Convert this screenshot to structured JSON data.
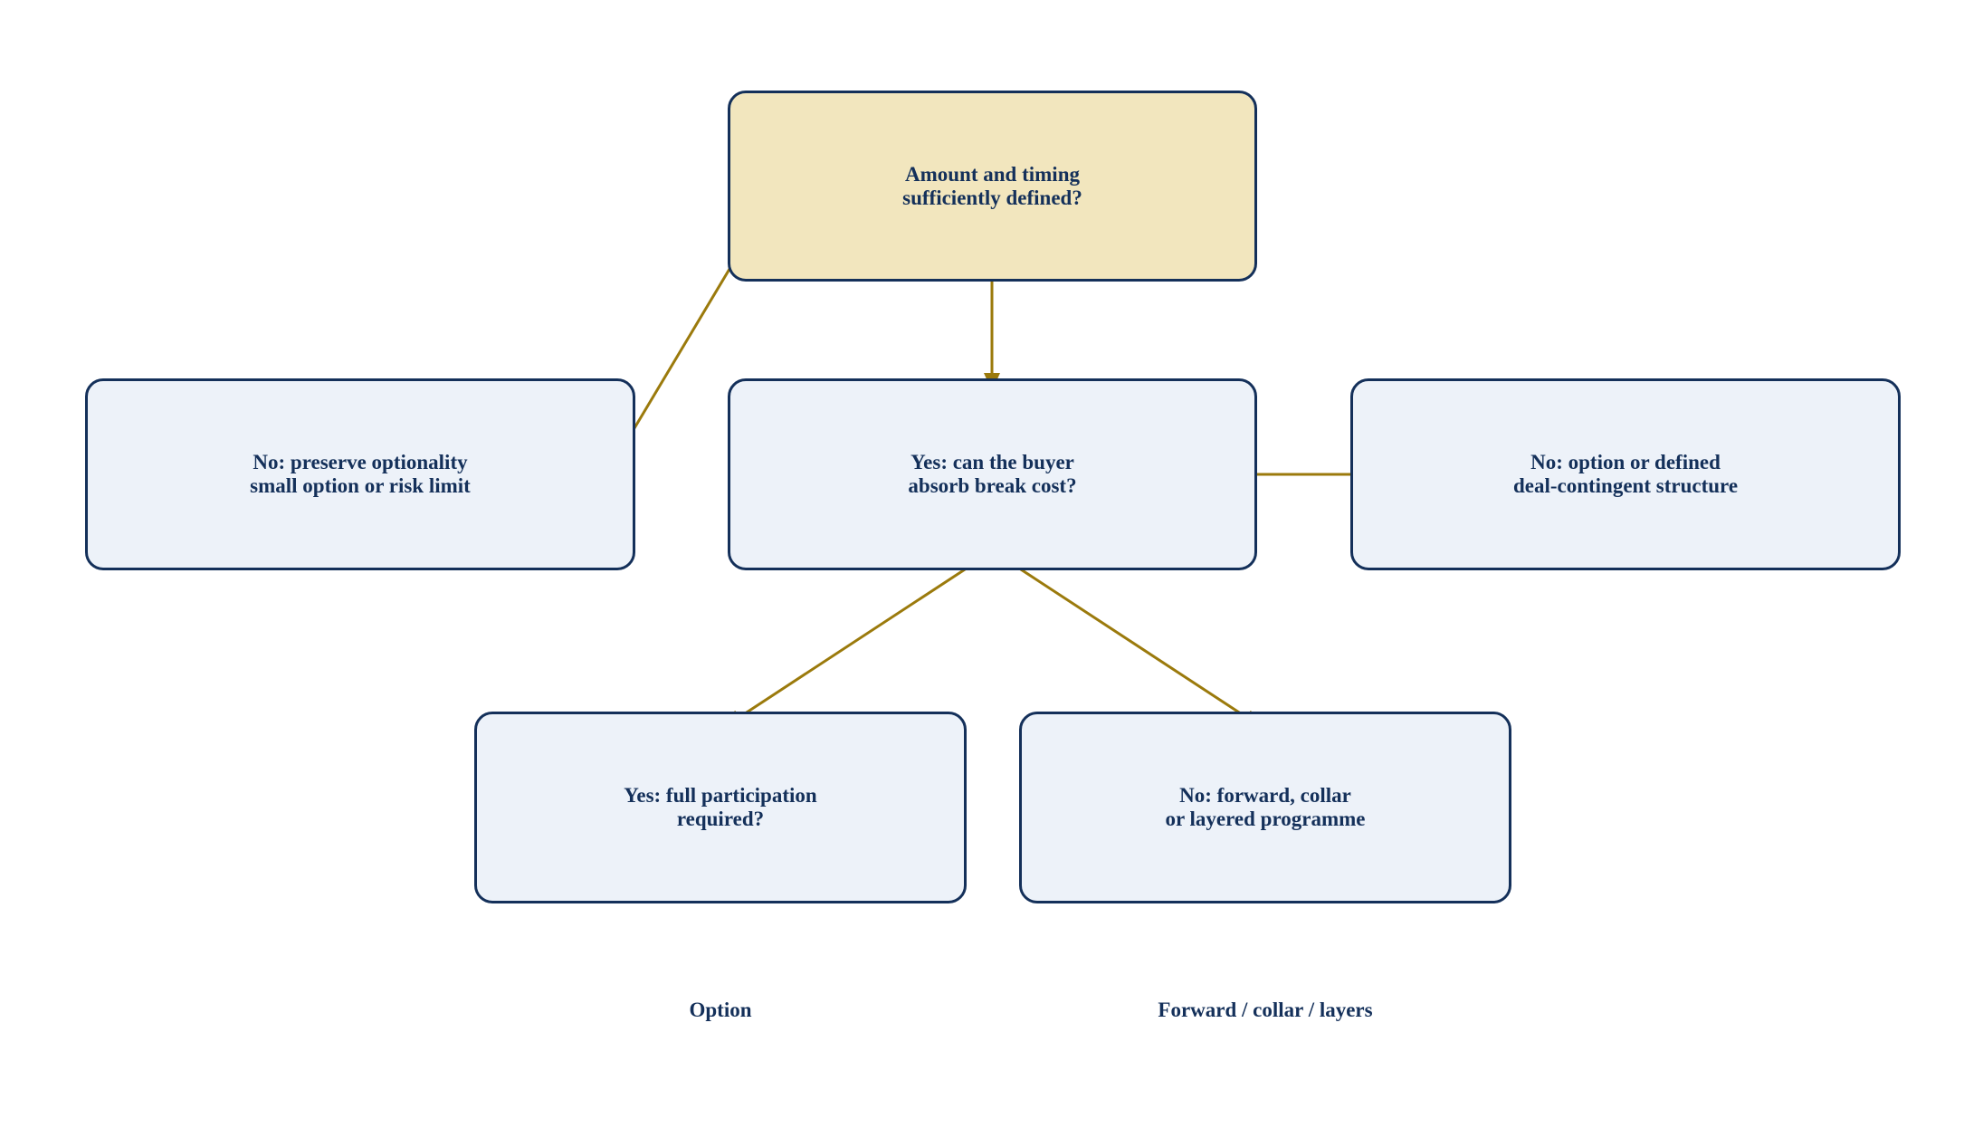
{
  "colors": {
    "box_border": "#14305a",
    "box_fill": "#edf2f9",
    "root_fill": "#f2e6be",
    "arrow": "#9b7a0c",
    "text": "#14305a"
  },
  "nodes": {
    "root": {
      "lines": [
        "Amount and timing",
        "sufficiently defined?"
      ]
    },
    "no_preserve": {
      "lines": [
        "No: preserve optionality",
        "small option or risk limit"
      ]
    },
    "yes_buyer": {
      "lines": [
        "Yes: can the buyer",
        "absorb break cost?"
      ]
    },
    "no_option": {
      "lines": [
        "No: option or defined",
        "deal-contingent structure"
      ]
    },
    "yes_full": {
      "lines": [
        "Yes: full participation",
        "required?"
      ]
    },
    "no_forward": {
      "lines": [
        "No: forward, collar",
        "or layered programme"
      ]
    }
  },
  "outcomes": {
    "option": "Option",
    "forward": "Forward / collar / layers"
  }
}
